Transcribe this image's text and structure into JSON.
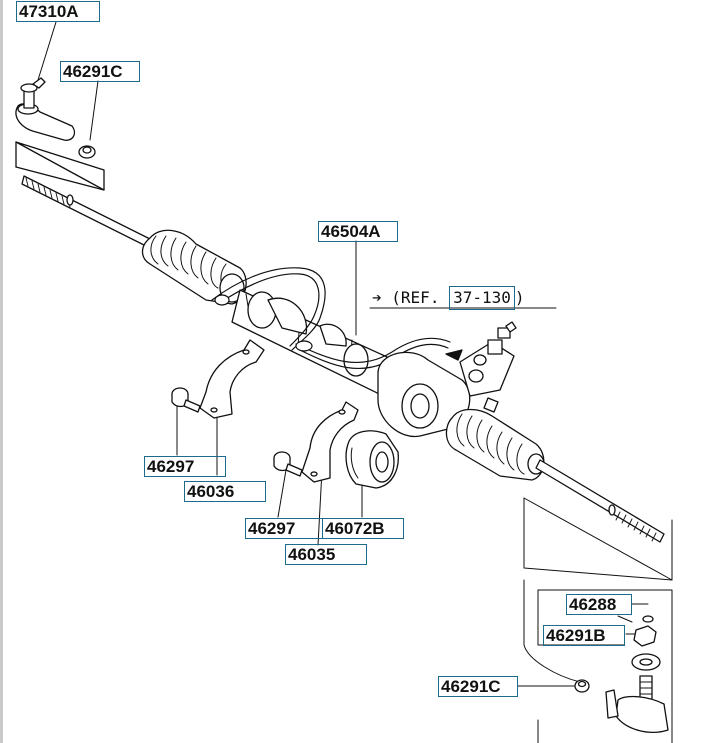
{
  "diagram": {
    "part_labels": {
      "p47310a": "47310A",
      "p46291c_top": "46291C",
      "p46504a": "46504A",
      "p46297_a": "46297",
      "p46036": "46036",
      "p46297_b": "46297",
      "p46072b": "46072B",
      "p46035": "46035",
      "p46288": "46288",
      "p46291b": "46291B",
      "p46291c_bottom": "46291C"
    },
    "reference": {
      "prefix": "(REF.",
      "code": "37-130",
      "suffix": ")"
    }
  }
}
